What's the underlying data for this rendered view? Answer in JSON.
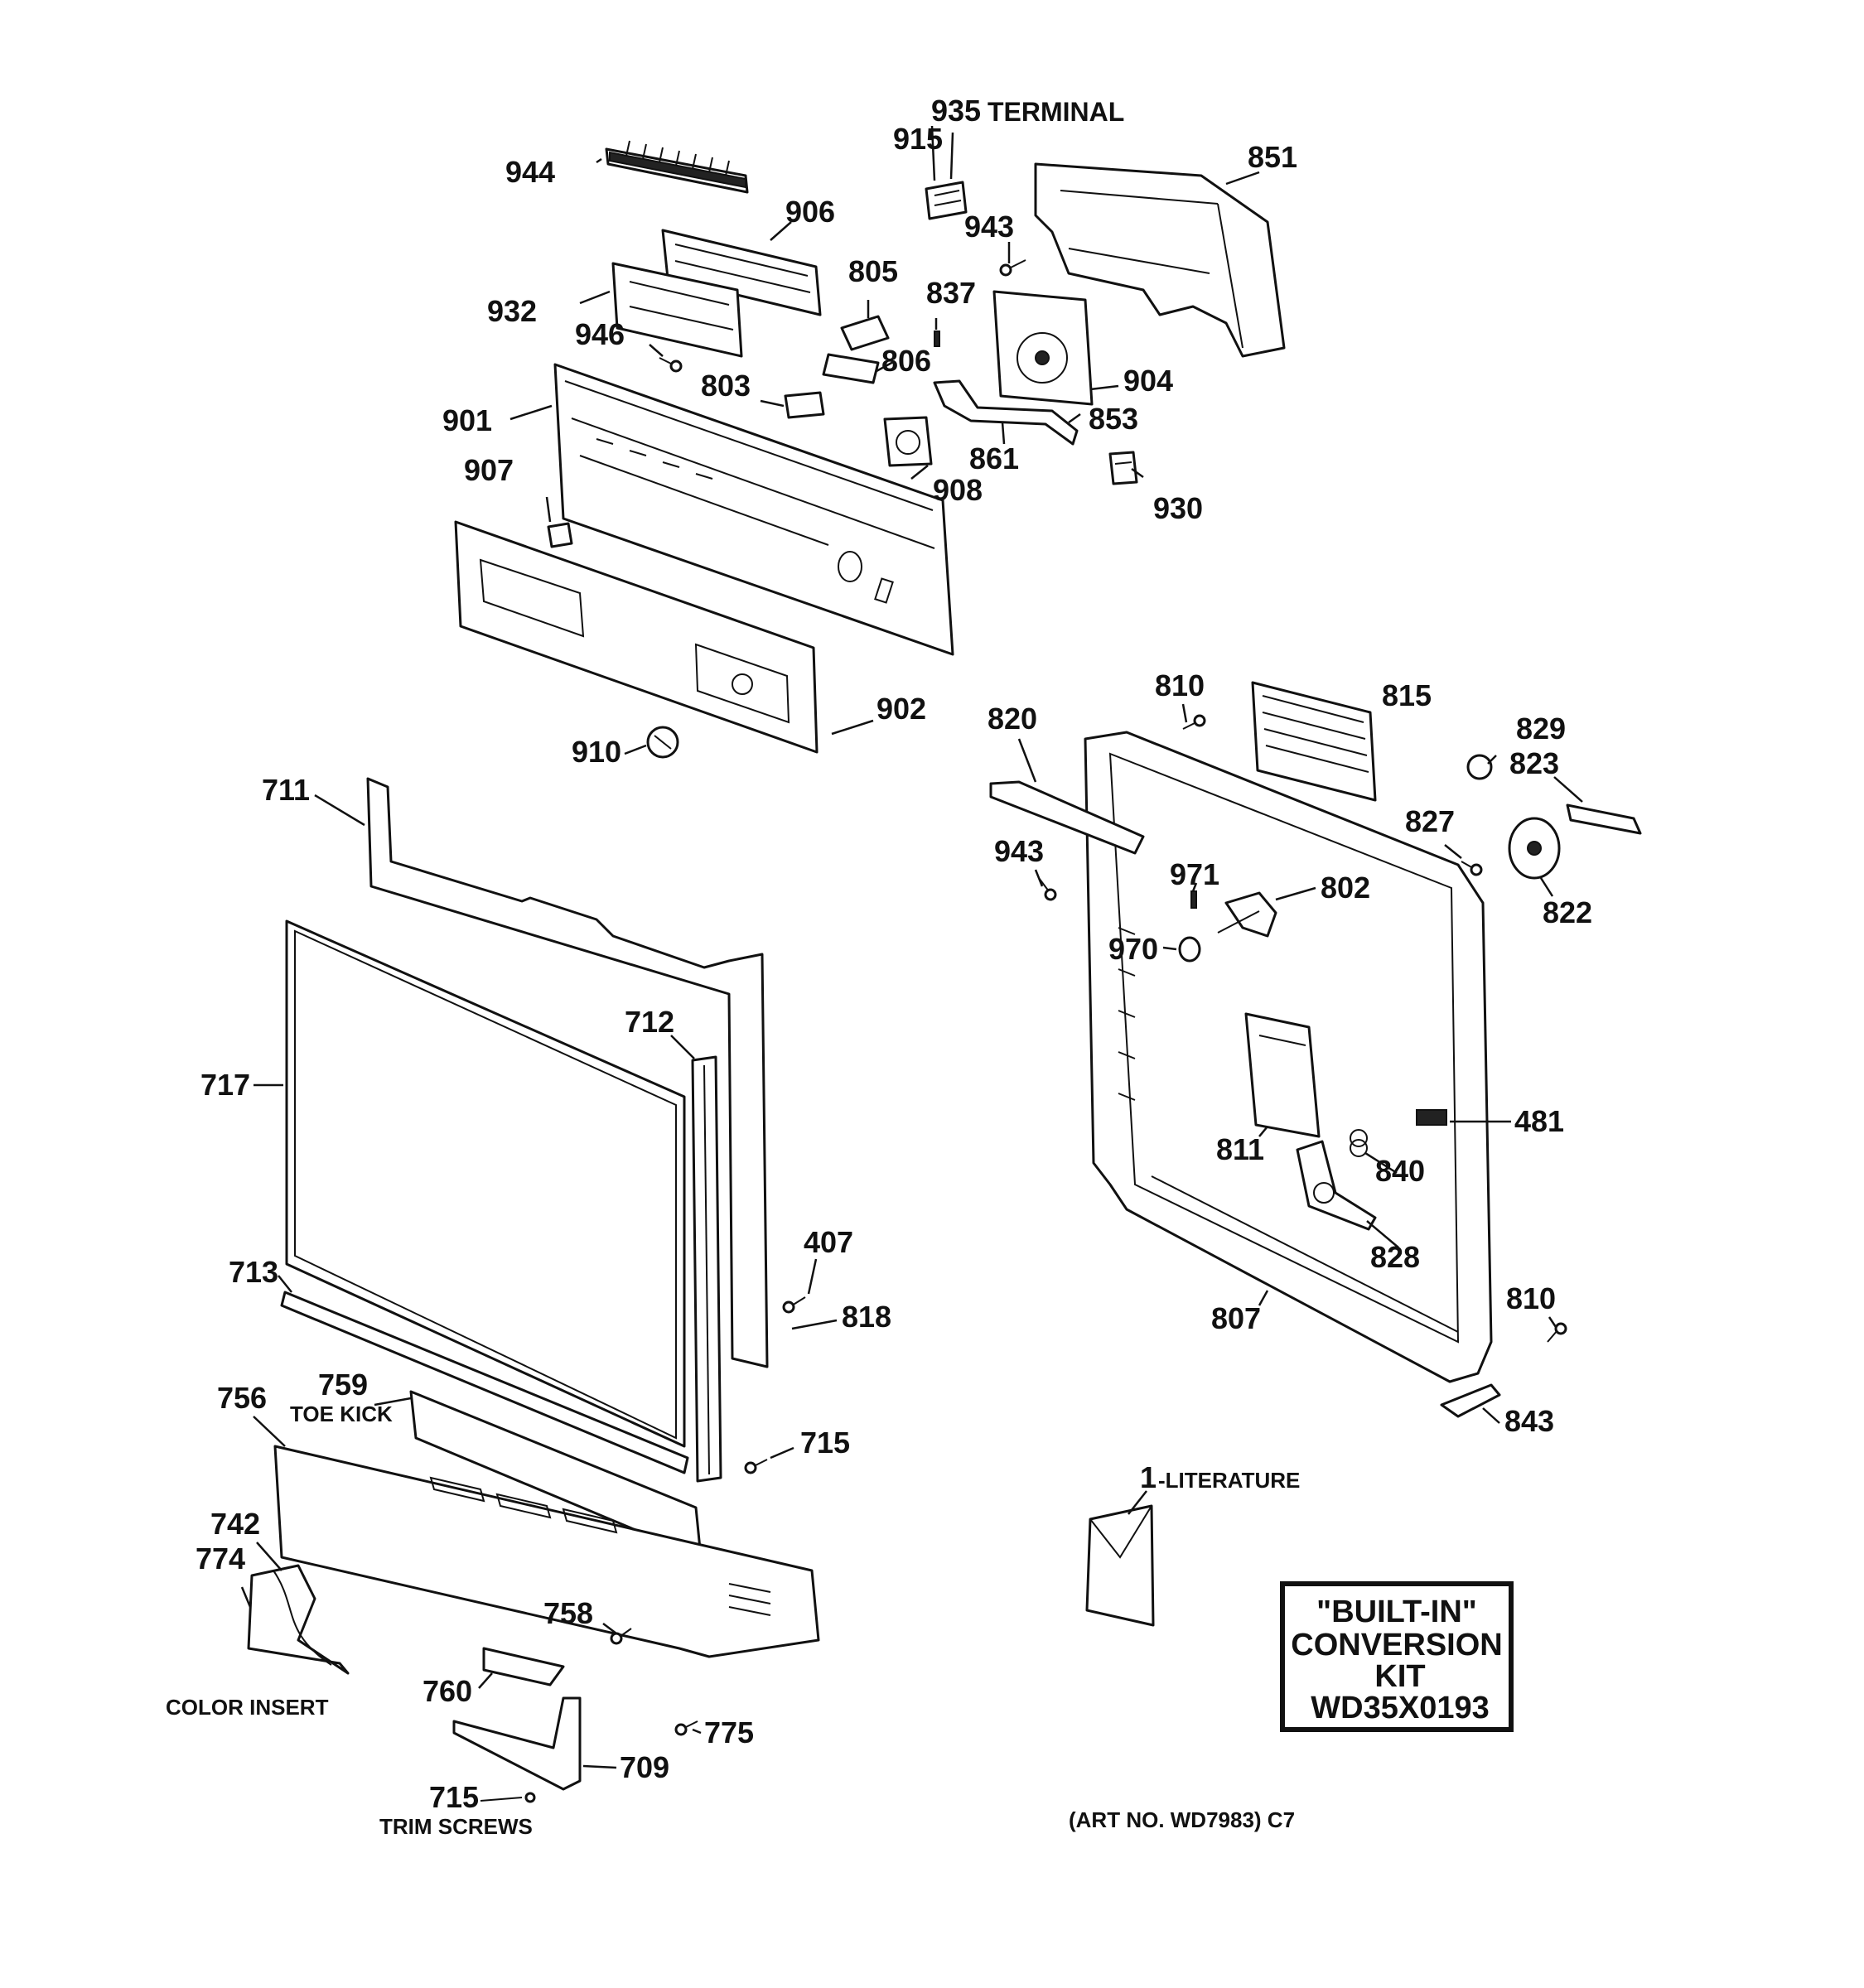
{
  "callouts": {
    "c944": "944",
    "c935": "935",
    "c935_word": "TERMINAL",
    "c915": "915",
    "c851": "851",
    "c906": "906",
    "c943a": "943",
    "c805": "805",
    "c837": "837",
    "c932": "932",
    "c946": "946",
    "c806": "806",
    "c803": "803",
    "c904": "904",
    "c901": "901",
    "c853": "853",
    "c861": "861",
    "c907": "907",
    "c908": "908",
    "c930": "930",
    "c902": "902",
    "c910": "910",
    "c810a": "810",
    "c815": "815",
    "c820": "820",
    "c829": "829",
    "c823": "823",
    "c711": "711",
    "c827": "827",
    "c943b": "943",
    "c971": "971",
    "c802": "802",
    "c822": "822",
    "c970": "970",
    "c712": "712",
    "c717": "717",
    "c481": "481",
    "c811": "811",
    "c840": "840",
    "c828": "828",
    "c407": "407",
    "c713": "713",
    "c818": "818",
    "c810b": "810",
    "c807": "807",
    "c759": "759",
    "c759_sub": "TOE KICK",
    "c756": "756",
    "c715a": "715",
    "c843": "843",
    "c1": "1",
    "c1_sub": "-LITERATURE",
    "c742": "742",
    "c774": "774",
    "c758": "758",
    "c760": "760",
    "c775": "775",
    "c709": "709",
    "color_insert": "COLOR INSERT",
    "c715b": "715",
    "trim_screws": "TRIM SCREWS"
  },
  "kit_box": {
    "line1": "\"BUILT-IN\"",
    "line2": "CONVERSION",
    "line3": "KIT",
    "line4": "WD35X0193"
  },
  "footer": {
    "art_no": "(ART NO. WD7983) C7"
  }
}
